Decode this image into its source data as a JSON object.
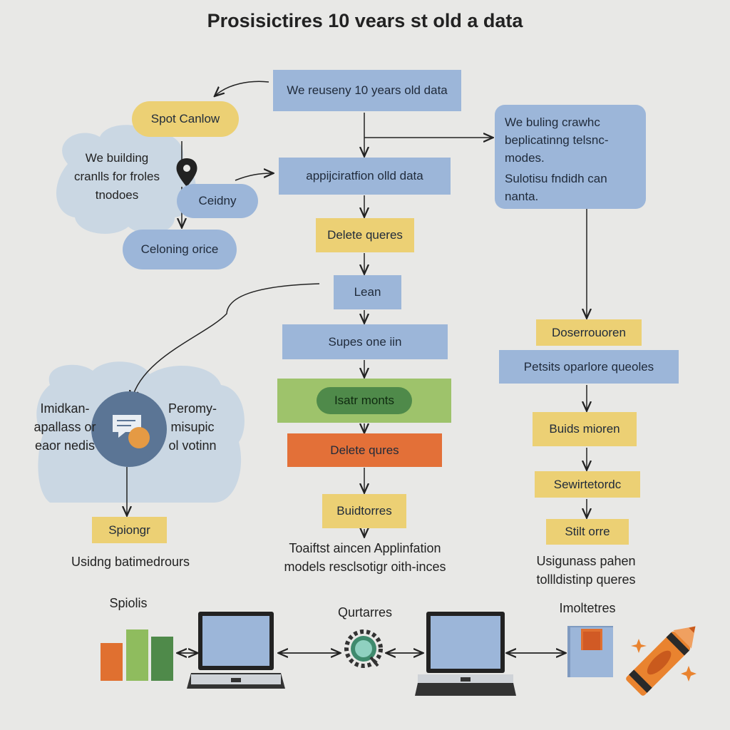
{
  "title": "Prosisictires 10 vears st old a data",
  "nodes": {
    "top_center": "We reuseny 10 years old data",
    "app_data": "appijciratfion olld data",
    "delete_queres_1": "Delete queres",
    "lean": "Lean",
    "supes": "Supes one iin",
    "isatr": "Isatr monts",
    "delete_queres_2": "Delete qures",
    "buidtorres": "Buidtorres",
    "right_bubble_1": "We buling crawhc beplicatinng telsnc-modes.",
    "right_bubble_2": "Sulotisu fndidh can nanta.",
    "doserrouoren": "Doserrouoren",
    "petsits": "Petsits oparlore queoles",
    "buids": "Buids mioren",
    "sewirtetorde": "Sewirtetordc",
    "stilt": "Stilt orre",
    "spot": "Spot Canlow",
    "ceidny": "Ceidny",
    "celoning": "Celoning orice",
    "cloud_text": "We building cranlls for froles tnodoes",
    "spiongr": "Spiongr"
  },
  "labels": {
    "left_cloud_left": "Imidkan- apallass or eaor nedis",
    "left_cloud_right": "Peromy- misupic ol votinn",
    "usidng": "Usidng batimedrours",
    "center_caption": "Toaiftst aincen Applinfation models resclsotigr oith-inces",
    "right_caption": "Usigunass pahen tollldistinp queres",
    "spiolis": "Spiolis",
    "qurtarres": "Qurtarres",
    "imoltetres": "Imoltetres"
  },
  "colors": {
    "blue": "#9cb6d9",
    "yellow": "#ecd074",
    "green": "#9ec36b",
    "orange": "#e37038",
    "dark_green": "#4f8a4a"
  }
}
